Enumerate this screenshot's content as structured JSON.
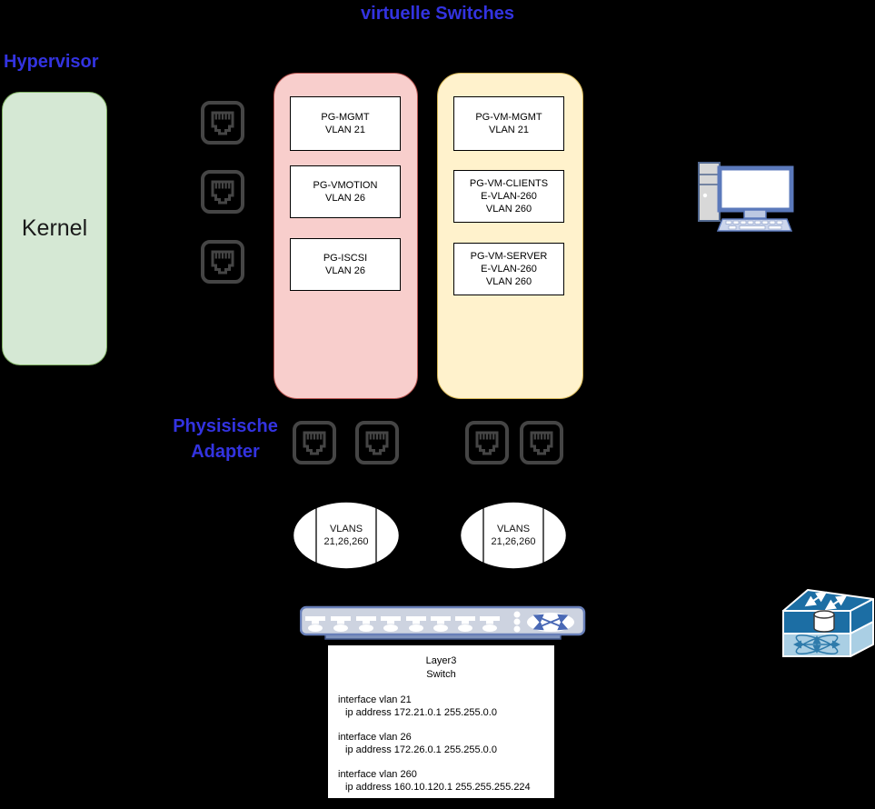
{
  "title": "virtuelle Switches",
  "hypervisor_label": "Hypervisor",
  "kernel_label": "Kernel",
  "physical_adapter_label": {
    "line1": "Physisische",
    "line2": "Adapter"
  },
  "vswitch_red": {
    "port_groups": [
      {
        "line1": "PG-MGMT",
        "line2": "VLAN 21"
      },
      {
        "line1": "PG-VMOTION",
        "line2": "VLAN 26"
      },
      {
        "line1": "PG-ISCSI",
        "line2": "VLAN 26"
      }
    ]
  },
  "vswitch_yellow": {
    "port_groups": [
      {
        "line1": "PG-VM-MGMT",
        "line2": "VLAN 21"
      },
      {
        "line1": "PG-VM-CLIENTS",
        "line2": "E-VLAN-260",
        "line3": "VLAN 260"
      },
      {
        "line1": "PG-VM-SERVER",
        "line2": "E-VLAN-260",
        "line3": "VLAN 260"
      }
    ]
  },
  "trunk_left": {
    "line1": "VLANS",
    "line2": "21,26,260"
  },
  "trunk_right": {
    "line1": "VLANS",
    "line2": "21,26,260"
  },
  "layer3_switch": {
    "name_line1": "Layer3",
    "name_line2": "Switch",
    "interfaces": [
      {
        "name": "interface vlan 21",
        "ip": "ip address 172.21.0.1 255.255.0.0"
      },
      {
        "name": "interface vlan 26",
        "ip": "ip address 172.26.0.1 255.255.0.0"
      },
      {
        "name": "interface vlan 260",
        "ip": "ip address 160.10.120.1 255.255.255.224"
      }
    ]
  },
  "icons": {
    "kernel_ports": "rj45-port-icon",
    "physical_adapter_ports": "rj45-port-icon",
    "workstation": "desktop-computer-icon",
    "access_switch": "rack-switch-front-icon",
    "multilayer_switch": "multilayer-switch-3d-icon"
  },
  "colors": {
    "background": "#000000",
    "heading_text": "#3333E0",
    "kernel_fill": "#D5E8D4",
    "kernel_stroke": "#82B366",
    "vswitch_kernel_fill": "#F8CECC",
    "vswitch_kernel_stroke": "#B85450",
    "vswitch_vm_fill": "#FFF2CC",
    "vswitch_vm_stroke": "#D6B656",
    "port_icon": "#454545",
    "switch_dark_blue": "#1C6EA4",
    "switch_light_blue": "#AACFE4",
    "rack_switch_fill": "#CDD3E0",
    "rack_switch_stroke": "#687FB8"
  }
}
